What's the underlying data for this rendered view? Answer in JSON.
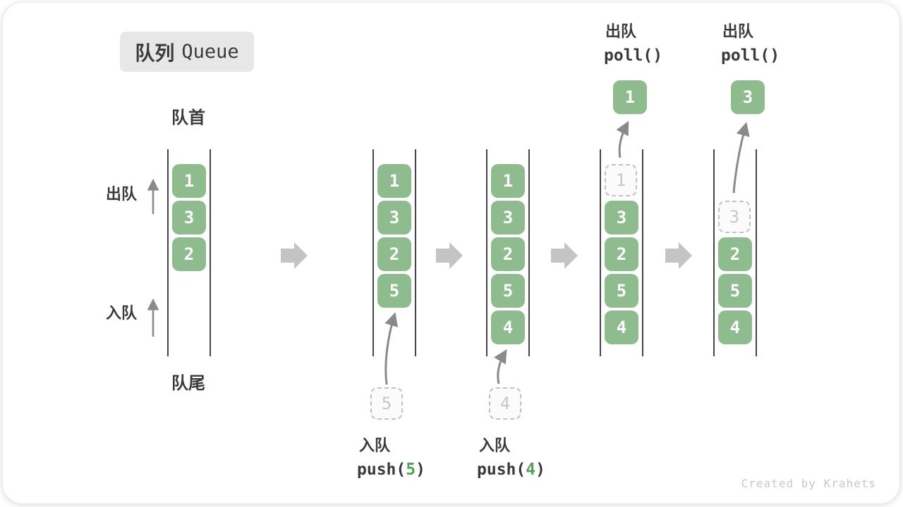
{
  "title": {
    "zh": "队列",
    "en": "Queue"
  },
  "side_labels": {
    "front": "队首",
    "rear": "队尾",
    "dequeue": "出队",
    "enqueue": "入队"
  },
  "watermark": "Created by Krahets",
  "colors": {
    "box_green": "#8fbc8f",
    "accent_green": "#55a055",
    "block_arrow_gray": "#c4c4c4",
    "curve_arrow_gray": "#8a8a8a",
    "channel_line": "#454545",
    "ghost_border": "#c2c2c2",
    "badge_bg": "#e7e7e7",
    "text_dark": "#3a3a3a"
  },
  "columns": [
    {
      "boxes": [
        "1",
        "3",
        "2"
      ]
    },
    {
      "boxes": [
        "1",
        "3",
        "2",
        "5"
      ],
      "incoming": "5"
    },
    {
      "boxes": [
        "1",
        "3",
        "2",
        "5",
        "4"
      ],
      "incoming": "4"
    },
    {
      "ghost": "1",
      "boxes": [
        "3",
        "2",
        "5",
        "4"
      ],
      "popped": "1"
    },
    {
      "ghost": "3",
      "boxes": [
        "2",
        "5",
        "4"
      ],
      "popped": "3"
    }
  ],
  "ops": {
    "push5_zh": "入队",
    "push5_fn": "push(",
    "push5_arg": "5",
    "push5_close": ")",
    "push4_zh": "入队",
    "push4_fn": "push(",
    "push4_arg": "4",
    "push4_close": ")",
    "poll1_zh": "出队",
    "poll1_fn": "poll()",
    "poll2_zh": "出队",
    "poll2_fn": "poll()"
  }
}
